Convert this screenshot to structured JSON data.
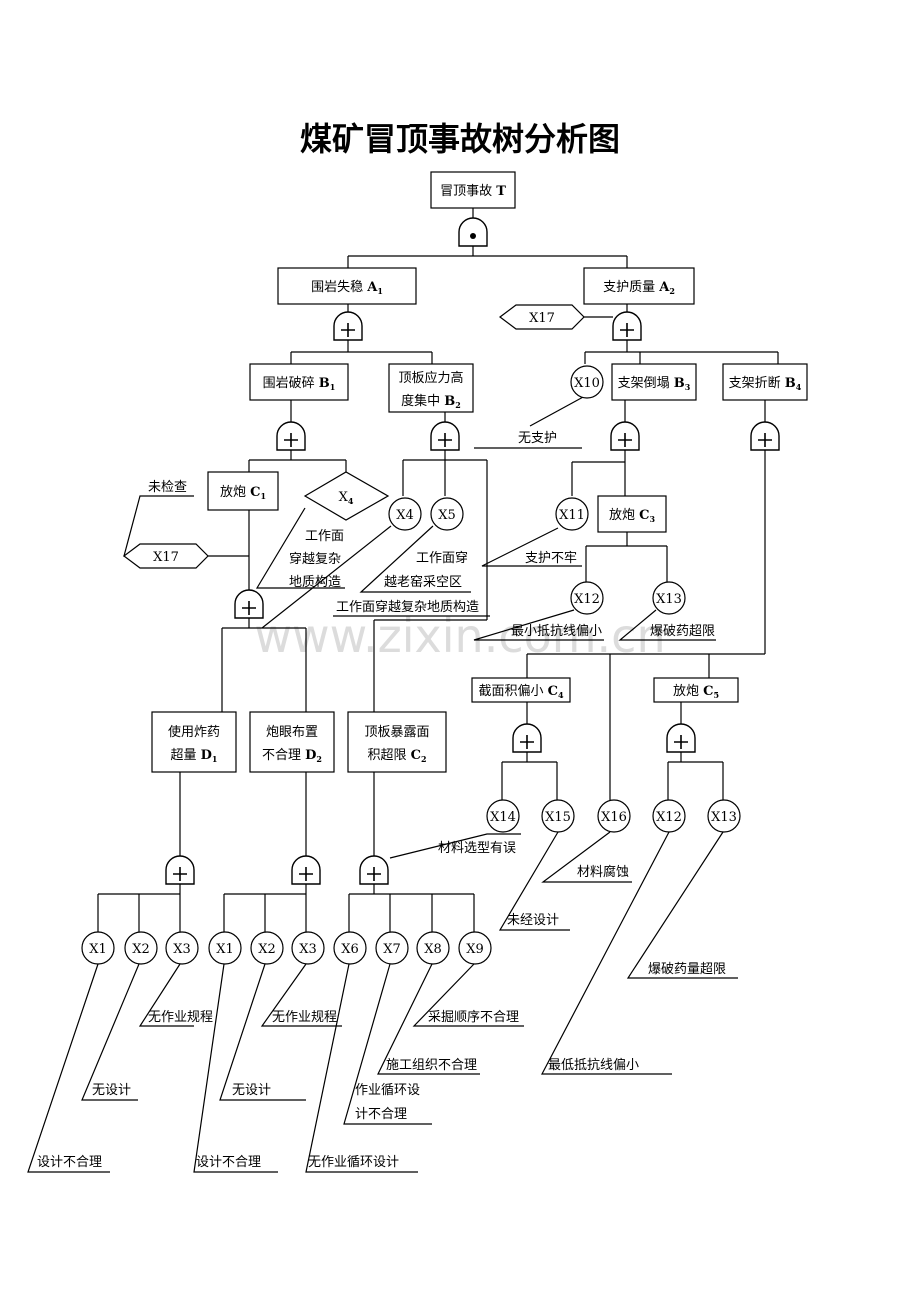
{
  "title": "煤矿冒顶事故树分析图",
  "watermark": "www.zixin.com.cn",
  "nodes": {
    "T": {
      "text": "冒顶事故 ",
      "code": "T"
    },
    "A1": {
      "text": "围岩失稳 ",
      "code": "A",
      "sub": "1"
    },
    "A2": {
      "text": "支护质量 ",
      "code": "A",
      "sub": "2"
    },
    "B1": {
      "text": "围岩破碎 ",
      "code": "B",
      "sub": "1"
    },
    "B2": {
      "line1": "顶板应力高",
      "line2": "度集中 ",
      "code": "B",
      "sub": "2"
    },
    "B3": {
      "text": "支架倒塌 ",
      "code": "B",
      "sub": "3"
    },
    "B4": {
      "text": "支架折断 ",
      "code": "B",
      "sub": "4"
    },
    "C1": {
      "text": "放炮 ",
      "code": "C",
      "sub": "1"
    },
    "C3": {
      "text": "放炮 ",
      "code": "C",
      "sub": "3"
    },
    "C4": {
      "text": "截面积偏小 ",
      "code": "C",
      "sub": "4"
    },
    "C5": {
      "text": "放炮 ",
      "code": "C",
      "sub": "5"
    },
    "D1": {
      "line1": "使用炸药",
      "line2": "超量 ",
      "code": "D",
      "sub": "1"
    },
    "D2": {
      "line1": "炮眼布置",
      "line2": "不合理 ",
      "code": "D",
      "sub": "2"
    },
    "C2": {
      "line1": "顶板暴露面",
      "line2": "积超限 ",
      "code": "C",
      "sub": "2"
    }
  },
  "diamonds": {
    "X4d": {
      "text": "X",
      "sub": "4"
    }
  },
  "transfers": {
    "t1": "X17",
    "t2": "X17"
  },
  "events": {
    "X10": "X10",
    "X4": "X4",
    "X5": "X5",
    "X11": "X11",
    "X12a": "X12",
    "X13a": "X13",
    "X14": "X14",
    "X15": "X15",
    "X16": "X16",
    "X12b": "X12",
    "X13b": "X13",
    "X1a": "X1",
    "X2a": "X2",
    "X3a": "X3",
    "X1b": "X1",
    "X2b": "X2",
    "X3b": "X3",
    "X6": "X6",
    "X7": "X7",
    "X8": "X8",
    "X9": "X9"
  },
  "labels": {
    "no_support": "无支护",
    "not_checked": "未检查",
    "x4_l1": "工作面",
    "x4_l2": "穿越复杂",
    "x4_l3": "地质构造",
    "x5_l1": "工作面穿",
    "x5_l2": "越老窑采空区",
    "x4_desc": "工作面穿越复杂地质构造",
    "support_loose": "支护不牢",
    "min_resist": "最小抵抗线偏小",
    "over_charge": "爆破药超限",
    "material_wrong": "材料选型有误",
    "material_corrosion": "材料腐蚀",
    "not_designed": "未经设计",
    "explosive_over": "爆破药量超限",
    "lowest_resist": "最低抵抗线偏小",
    "no_rules_1": "无作业规程",
    "no_rules_2": "无作业规程",
    "no_design_1": "无设计",
    "no_design_2": "无设计",
    "unreasonable_1": "设计不合理",
    "unreasonable_2": "设计不合理",
    "no_cycle": "无作业循环设计",
    "cycle_l1": "作业循环设",
    "cycle_l2": "计不合理",
    "construction": "施工组织不合理",
    "mining_order": "采掘顺序不合理"
  }
}
